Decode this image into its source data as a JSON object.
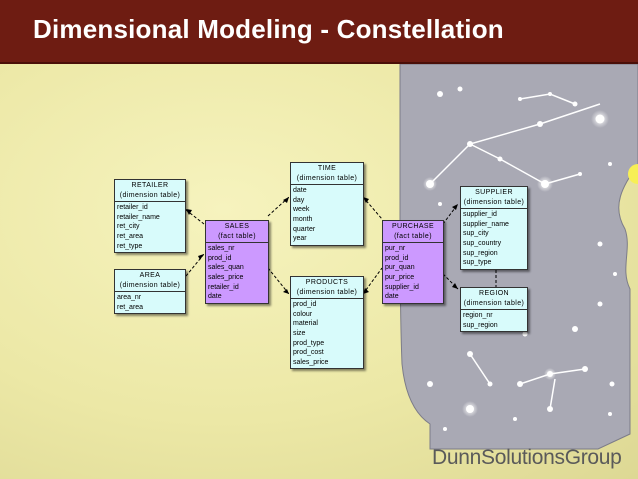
{
  "title": "Dimensional Modeling - Constellation",
  "logo": {
    "text": "DunnSolutionsGroup"
  },
  "colors": {
    "title_bar": "#6e1c12",
    "dimension_table": "#d8fbfb",
    "fact_table": "#cc99ff",
    "constellation_panel": "#a9a9b4"
  },
  "tables": {
    "retailer": {
      "name": "RETAILER",
      "kind": "(dimension table)",
      "fields": [
        "retailer_id",
        "retailer_name",
        "ret_city",
        "ret_area",
        "ret_type"
      ]
    },
    "area": {
      "name": "AREA",
      "kind": "(dimension table)",
      "fields": [
        "area_nr",
        "ret_area"
      ]
    },
    "time": {
      "name": "TIME",
      "kind": "(dimension table)",
      "fields": [
        "date",
        "day",
        "week",
        "month",
        "quarter",
        "year"
      ]
    },
    "sales": {
      "name": "SALES",
      "kind": "(fact table)",
      "fields": [
        "sales_nr",
        "prod_id",
        "sales_quan",
        "sales_price",
        "retailer_id",
        "date"
      ]
    },
    "products": {
      "name": "PRODUCTS",
      "kind": "(dimension table)",
      "fields": [
        "prod_id",
        "colour",
        "material",
        "size",
        "prod_type",
        "prod_cost",
        "sales_price"
      ]
    },
    "purchase": {
      "name": "PURCHASE",
      "kind": "(fact table)",
      "fields": [
        "pur_nr",
        "prod_id",
        "pur_quan",
        "pur_price",
        "supplier_id",
        "date"
      ]
    },
    "supplier": {
      "name": "SUPPLIER",
      "kind": "(dimension table)",
      "fields": [
        "supplier_id",
        "supplier_name",
        "sup_city",
        "sup_country",
        "sup_region",
        "sup_type"
      ]
    },
    "region": {
      "name": "REGION",
      "kind": "(dimension table)",
      "fields": [
        "region_nr",
        "sup_region"
      ]
    }
  }
}
